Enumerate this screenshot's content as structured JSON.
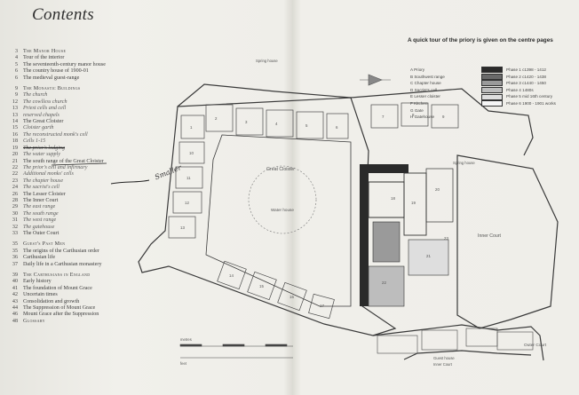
{
  "left_page": {
    "title": "Contents",
    "toc": [
      {
        "page": "3",
        "title": "The Manor House",
        "style": "sc"
      },
      {
        "page": "4",
        "title": "Tour of the interior",
        "style": ""
      },
      {
        "page": "5",
        "title": "The seventeenth-century manor house",
        "style": ""
      },
      {
        "page": "6",
        "title": "The country house of 1900-01",
        "style": ""
      },
      {
        "page": "6",
        "title": "The medieval guest-range",
        "style": ""
      },
      {
        "page": "",
        "title": "",
        "style": "gap"
      },
      {
        "page": "9",
        "title": "The Monastic Buildings",
        "style": "sc"
      },
      {
        "page": "9",
        "title": "The church",
        "style": "it"
      },
      {
        "page": "12",
        "title": "The cowlless church",
        "style": "it"
      },
      {
        "page": "13",
        "title": "Priest cells and cell",
        "style": "it"
      },
      {
        "page": "13",
        "title": "reserved chapels",
        "style": "it"
      },
      {
        "page": "14",
        "title": "The Great Cloister",
        "style": ""
      },
      {
        "page": "15",
        "title": "Cloister garth",
        "style": "it"
      },
      {
        "page": "16",
        "title": "The reconstructed monk's cell",
        "style": "it"
      },
      {
        "page": "18",
        "title": "Cells 1-15",
        "style": "it"
      },
      {
        "page": "19",
        "title": "The prior's lodging",
        "style": "it struck"
      },
      {
        "page": "20",
        "title": "The water supply",
        "style": "it"
      },
      {
        "page": "21",
        "title": "The south range of the Great Cloister",
        "style": ""
      },
      {
        "page": "22",
        "title": "The prior's cell and infirmary",
        "style": "it"
      },
      {
        "page": "22",
        "title": "Additional monks' cells",
        "style": "it"
      },
      {
        "page": "23",
        "title": "The chapter house",
        "style": "it"
      },
      {
        "page": "24",
        "title": "The sacrist's cell",
        "style": "it"
      },
      {
        "page": "26",
        "title": "The Lesser Cloister",
        "style": ""
      },
      {
        "page": "28",
        "title": "The Inner Court",
        "style": ""
      },
      {
        "page": "29",
        "title": "The east range",
        "style": "it"
      },
      {
        "page": "30",
        "title": "The south range",
        "style": "it"
      },
      {
        "page": "31",
        "title": "The west range",
        "style": "it"
      },
      {
        "page": "32",
        "title": "The gatehouse",
        "style": "it"
      },
      {
        "page": "33",
        "title": "The Outer Court",
        "style": ""
      },
      {
        "page": "",
        "title": "",
        "style": "gap"
      },
      {
        "page": "35",
        "title": "Guest's Past Men",
        "style": "sc"
      },
      {
        "page": "35",
        "title": "The origins of the Carthusian order",
        "style": ""
      },
      {
        "page": "36",
        "title": "Carthusian life",
        "style": ""
      },
      {
        "page": "37",
        "title": "Daily life in a Carthusian monastery",
        "style": ""
      },
      {
        "page": "",
        "title": "",
        "style": "gap"
      },
      {
        "page": "39",
        "title": "The Carthusians in England",
        "style": "sc"
      },
      {
        "page": "40",
        "title": "Early history",
        "style": ""
      },
      {
        "page": "41",
        "title": "The foundation of Mount Grace",
        "style": ""
      },
      {
        "page": "42",
        "title": "Uncertain times",
        "style": ""
      },
      {
        "page": "43",
        "title": "Consolidation and growth",
        "style": ""
      },
      {
        "page": "44",
        "title": "The Suppression of Mount Grace",
        "style": ""
      },
      {
        "page": "46",
        "title": "Mount Grace after the Suppression",
        "style": ""
      },
      {
        "page": "48",
        "title": "Glossary",
        "style": "sc"
      }
    ],
    "handwriting": "Smaller"
  },
  "right_page": {
    "tour_note": "A quick tour of the priory is given on the centre pages",
    "legend_keys": [
      "A  Priory",
      "B  Southwest range",
      "C  Chapter house",
      "D  Sacrist's cell",
      "E  Lesser cloister",
      "F  Kitchen",
      "G  Gate",
      "H  Gatehouse"
    ],
    "legend_phases": [
      {
        "label": "Phase 1   c1398 - 1412",
        "fill": "#2a2a2a"
      },
      {
        "label": "Phase 2   c1420 - 1438",
        "fill": "#6a6a6a"
      },
      {
        "label": "Phase 3   c1440 - 1450",
        "fill": "#9a9a9a"
      },
      {
        "label": "Phase 4   1480s",
        "fill": "#bdbdbd"
      },
      {
        "label": "Phase 5   mid 16th century",
        "fill": "#dedede"
      },
      {
        "label": "Phase 6   1900 - 1901 works",
        "fill": "#f6f6f6"
      }
    ],
    "plan_labels": {
      "great_cloister": "Great Cloister",
      "water_house": "Water house",
      "inner_court": "Inner Court",
      "outer_court": "Outer Court",
      "spring_house_top": "Spring house",
      "spring_house_mid": "Spring house",
      "guest_house": "Guest house",
      "inner_court_bottom": "Inner Court",
      "metres": "metres",
      "feet": "feet"
    },
    "cell_numbers": [
      "1",
      "2",
      "3",
      "4",
      "5",
      "6",
      "7",
      "8",
      "9",
      "10",
      "11",
      "12",
      "13",
      "14",
      "15",
      "16",
      "17",
      "18",
      "19",
      "20",
      "21",
      "22",
      "23"
    ]
  }
}
